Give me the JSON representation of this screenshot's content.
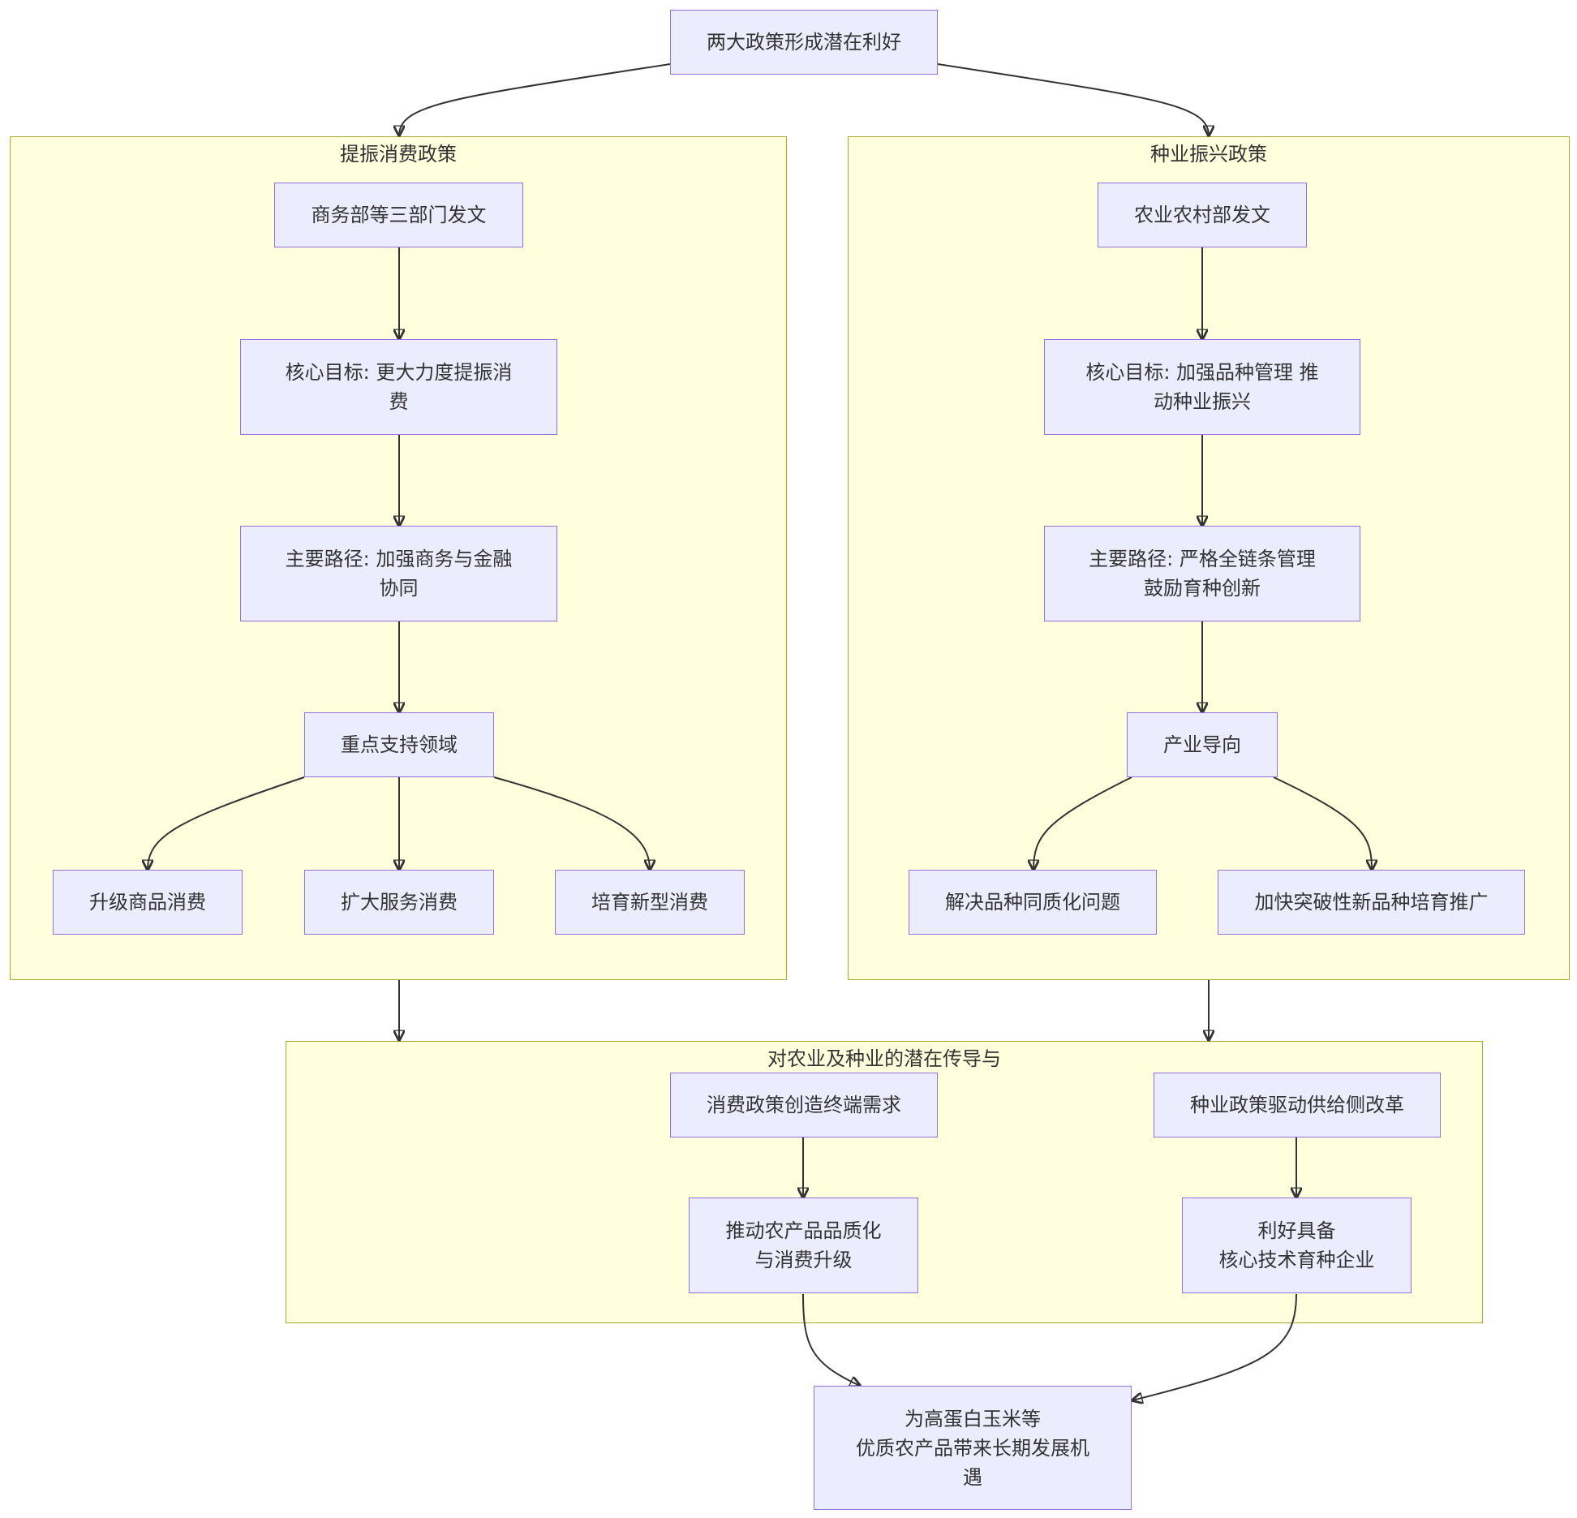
{
  "clusters": {
    "consumption": {
      "title": "提振消费政策"
    },
    "seed": {
      "title": "种业振兴政策"
    },
    "transmission": {
      "title": "对农业及种业的潜在传导与"
    }
  },
  "nodes": {
    "top": "两大政策形成潜在利好",
    "c_dept": "商务部等三部门发文",
    "c_goal": "核心目标: 更大力度提振消\n费",
    "c_path": "主要路径: 加强商务与金融\n协同",
    "c_focus": "重点支持领域",
    "c_goods": "升级商品消费",
    "c_service": "扩大服务消费",
    "c_new": "培育新型消费",
    "s_dept": "农业农村部发文",
    "s_goal": "核心目标: 加强品种管理 推\n动种业振兴",
    "s_path": "主要路径: 严格全链条管理\n鼓励育种创新",
    "s_orient": "产业导向",
    "s_homog": "解决品种同质化问题",
    "s_break": "加快突破性新品种培育推广",
    "t_demand": "消费政策创造终端需求",
    "t_quality": "推动农产品品质化\n与消费升级",
    "t_supply": "种业政策驱动供给侧改革",
    "t_benefit": "利好具备\n核心技术育种企业",
    "final": "为高蛋白玉米等\n优质农产品带来长期发展机\n遇"
  },
  "colors": {
    "node_fill": "#ececff",
    "node_border": "#9370db",
    "cluster_fill": "#ffffde",
    "cluster_border": "#aaaa33",
    "edge": "#333333",
    "text": "#333333"
  }
}
